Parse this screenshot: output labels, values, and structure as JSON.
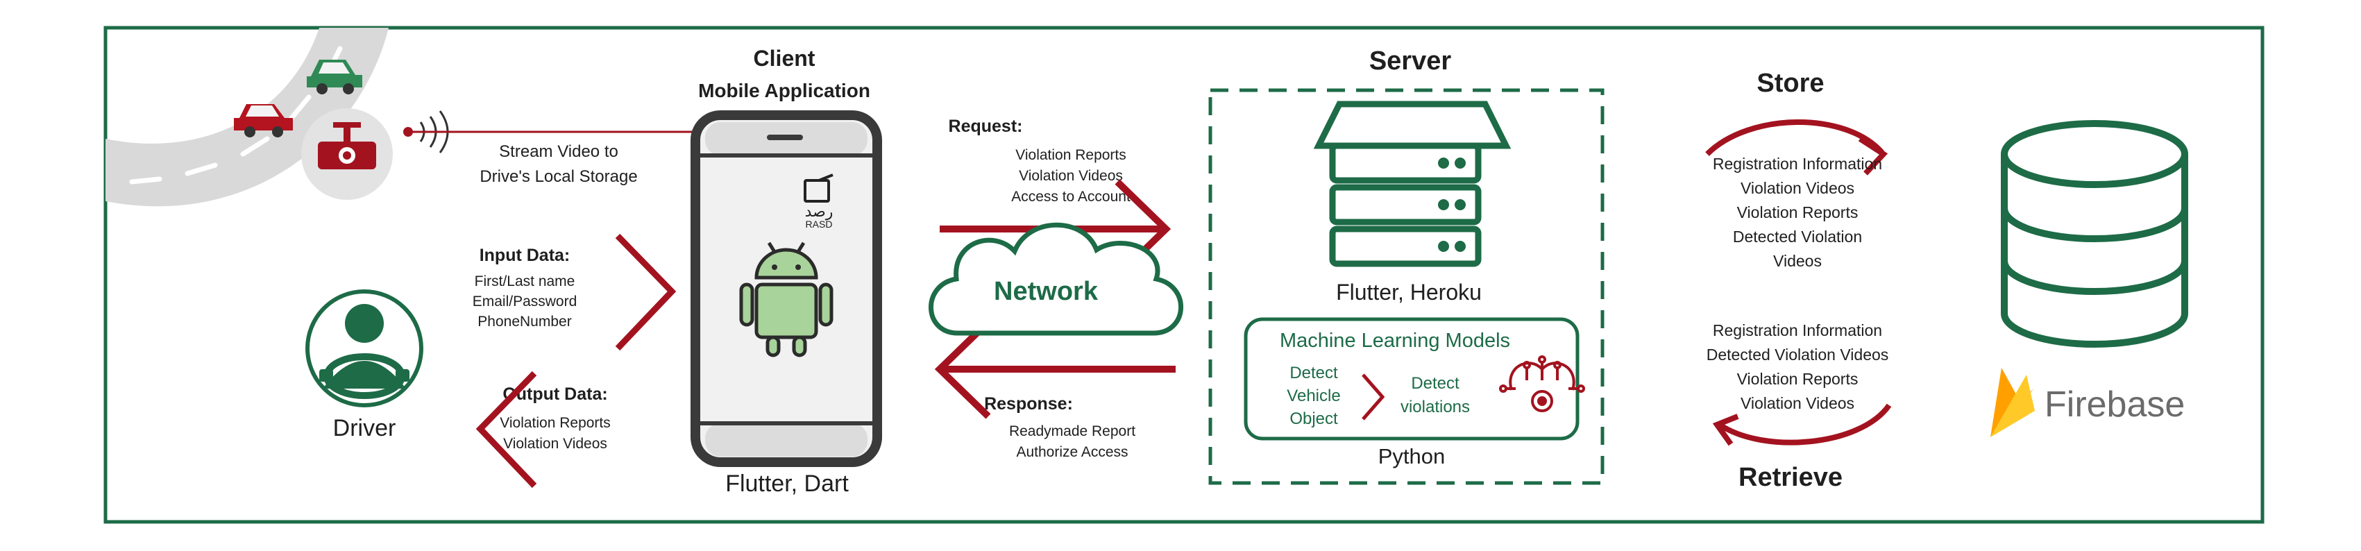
{
  "client": {
    "title": "Client",
    "subtitle": "Mobile Application",
    "tech": "Flutter, Dart",
    "app_logo_text": "RASD",
    "app_logo_arabic": "رصد"
  },
  "dashcam": {
    "stream_line1": "Stream Video to",
    "stream_line2": "Drive's Local Storage"
  },
  "driver": {
    "label": "Driver",
    "input_title": "Input Data:",
    "input_items": [
      "First/Last name",
      "Email/Password",
      "PhoneNumber"
    ],
    "output_title": "Output Data:",
    "output_items": [
      "Violation Reports",
      "Violation Videos"
    ]
  },
  "network": {
    "label": "Network",
    "request_title": "Request:",
    "request_items": [
      "Violation Reports",
      "Violation Videos",
      "Access to Account"
    ],
    "response_title": "Response:",
    "response_items": [
      "Readymade Report",
      "Authorize Access"
    ]
  },
  "server": {
    "title": "Server",
    "tech": "Flutter, Heroku",
    "ml_title": "Machine Learning Models",
    "ml_step1": [
      "Detect",
      "Vehicle",
      "Object"
    ],
    "ml_step2": [
      "Detect",
      "violations"
    ],
    "ml_lang": "Python"
  },
  "storage": {
    "store_title": "Store",
    "store_items": [
      "Registration Information",
      "Violation Videos",
      "Violation Reports",
      "Detected Violation",
      "Videos"
    ],
    "retrieve_title": "Retrieve",
    "retrieve_items": [
      "Registration Information",
      "Detected Violation Videos",
      "Violation Reports",
      "Violation Videos"
    ],
    "firebase_label": "Firebase"
  },
  "colors": {
    "green": "#1d6b47",
    "red": "#a3131f",
    "border": "#1d6b47",
    "phone": "#3a3a3a",
    "road": "#d9d9d9"
  }
}
